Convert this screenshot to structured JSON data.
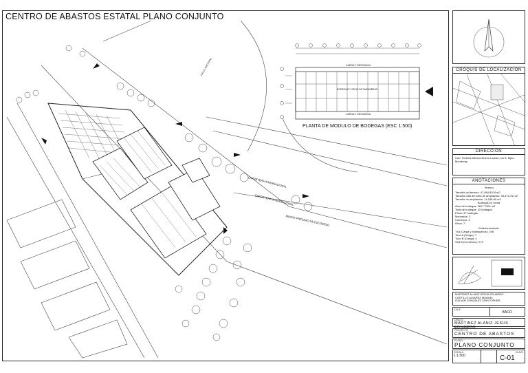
{
  "sheet": {
    "title": "CENTRO DE ABASTOS ESTATAL PLANO CONJUNTO"
  },
  "plan": {
    "module_caption": "PLANTA DE MODULO DE BODEGAS (ESC 1:500)",
    "module_top_label": "CARGA Y DESCARGA",
    "module_mid_label": "BODEGAS Y PATIO DE MANIOBRAS",
    "module_bottom_label": "CARGA Y DESCARGA",
    "road_label_1": "CARRETERA INTERNACIONAL",
    "road_label_2": "CARRETERA INTERNACIONAL",
    "road_label_3": "MONTE PRESIDIO DE ESCOBEDO",
    "road_label_4": "CALLE NACIONAL"
  },
  "titleblock": {
    "location_header": "CROQUIS DE LOCALIZACION",
    "direction_header": "DIRECCION",
    "direction_text": "Carr. Federal México-Nuevo Laredo, km 8, Mpio. Monterrey",
    "notes_header": "ANOTACIONES",
    "notes_sub": "Terreno",
    "notes_lines": [
      "Tamaño del terreno: 47,984.8204 m2",
      "Tamaño total del área de ampliación: 93,374.76 m2",
      "Tamaño de ampliación: 14,168.80 m2",
      "Bodegas en venta",
      "Área de bodegas: 3817.7304 m2",
      "Total de bodegas: 32 bodegas",
      "Pisos: 47 bodegas",
      "Mercados: 3",
      "Comercio: 3",
      "Otros: 7"
    ],
    "parking_sub": "Estacionamiento",
    "parking_lines": [
      "TxA (Carga y bodegueros): 198",
      "Tono A (Carga): 7",
      "Tono B (Carga): 4",
      "SxA B (Comercio): 273"
    ],
    "team_lines": [
      "MARTINEZ ALANIZ JESUS EDUARDO",
      "CASTILLO ALVAREZ MANUEL",
      "GALVAN GONZALEZ CRISTOPHER"
    ],
    "grade_label": "CALIF",
    "grade_value": "BACO",
    "drawn_label": "DIBUJO",
    "author": "MARTINEZ ALANIZ JESUS EDUARDO",
    "project_label": "PROYECTO",
    "project": "CENTRO DE ABASTOS",
    "plan_label": "PLANO",
    "plan_name": "PLANO CONJUNTO",
    "scale_label": "ESCALA",
    "scale": "1:1,500",
    "sheet_no_label": "CLAVE",
    "sheet_no": "C-01"
  }
}
